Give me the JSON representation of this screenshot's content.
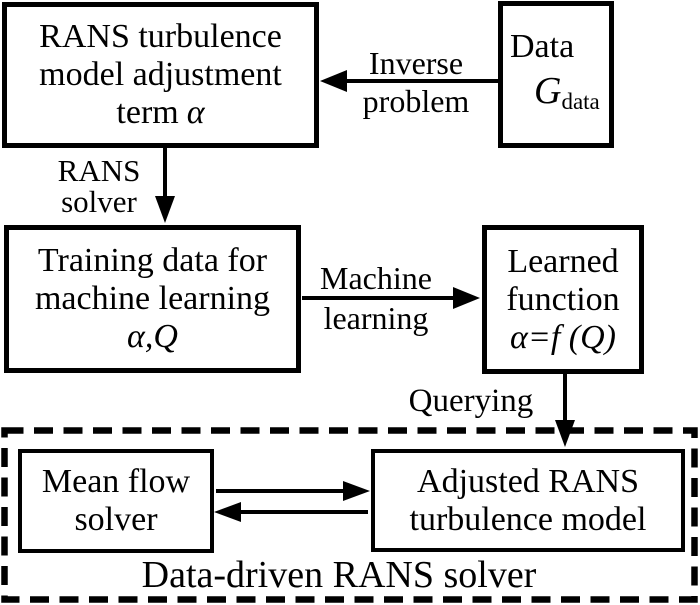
{
  "boxes": {
    "rans_adjustment": {
      "line1": "RANS turbulence",
      "line2": "model adjustment",
      "line3_text": "term",
      "line3_math": "α"
    },
    "data": {
      "title": "Data",
      "symbol": "G",
      "symbol_sub": "data"
    },
    "training": {
      "line1": "Training data for",
      "line2": "machine learning",
      "line3_math": "α,Q"
    },
    "learned": {
      "line1": "Learned",
      "line2": "function",
      "line3_math": "α=f (Q)"
    },
    "mean_flow": {
      "line1": "Mean flow",
      "line2": "solver"
    },
    "adjusted": {
      "line1": "Adjusted RANS",
      "line2": "turbulence model"
    }
  },
  "labels": {
    "inverse_line1": "Inverse",
    "inverse_line2": "problem",
    "rans_solver_line1": "RANS",
    "rans_solver_line2": "solver",
    "machine_line1": "Machine",
    "machine_line2": "learning",
    "querying": "Querying",
    "data_driven": "Data-driven RANS solver"
  },
  "colors": {
    "ink": "#000000",
    "background": "#ffffff"
  }
}
